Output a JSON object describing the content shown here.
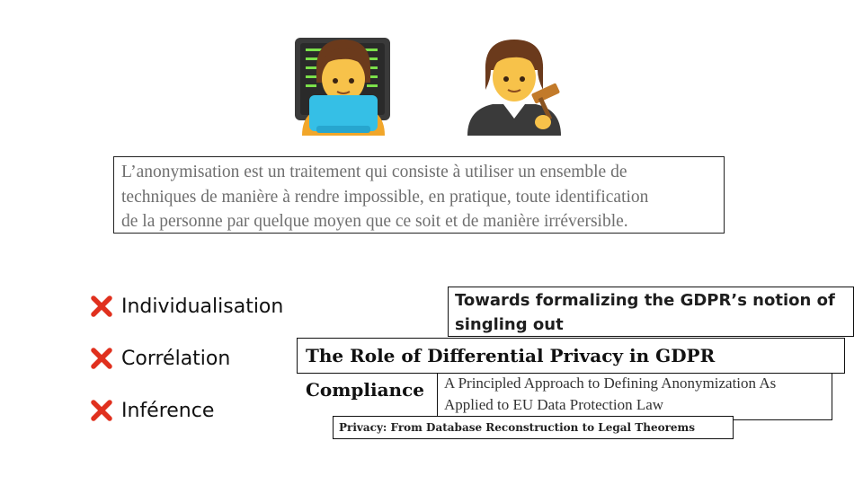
{
  "emojis": [
    {
      "icon": "technologist-emoji-icon"
    },
    {
      "icon": "judge-emoji-icon"
    }
  ],
  "quote": {
    "text": "L’anonymisation est un traitement qui consiste à utiliser un ensemble de\ntechniques de manière à rendre impossible, en pratique, toute identification\nde la personne par quelque moyen que ce soit et de manière irréversible."
  },
  "risks": [
    {
      "label": "Individualisation",
      "icon": "cross-mark-icon"
    },
    {
      "label": "Corrélation",
      "icon": "cross-mark-icon"
    },
    {
      "label": "Inférence",
      "icon": "cross-mark-icon"
    }
  ],
  "papers": {
    "singling_out": "Towards formalizing the GDPR’s notion of\nsingling out",
    "differential_privacy": "The Role of Differential Privacy in GDPR Compliance",
    "principled_approach": "A Principled Approach to Defining Anonymization As\nApplied to EU Data Protection Law",
    "reconstruction": "Privacy: From Database Reconstruction to Legal Theorems"
  },
  "colors": {
    "cross": "#e0301e",
    "quote_text": "#6f6f6f",
    "border": "#111111"
  }
}
